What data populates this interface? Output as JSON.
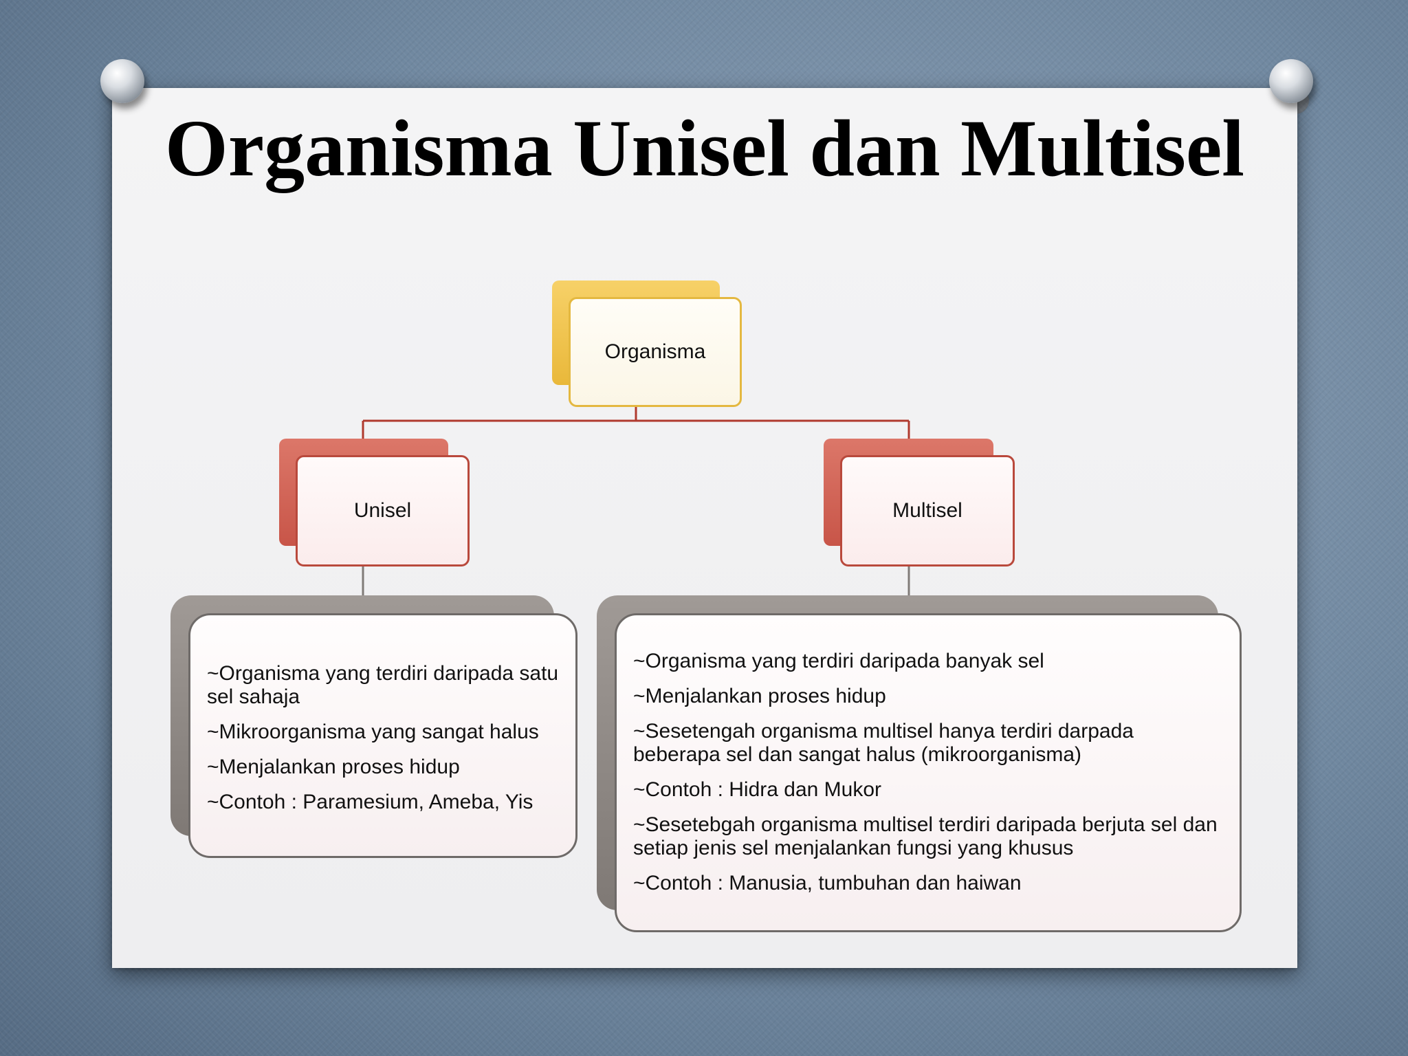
{
  "title": "Organisma Unisel dan Multisel",
  "diagram": {
    "root": {
      "label": "Organisma"
    },
    "children": [
      {
        "label": "Unisel",
        "items": [
          "~Organisma yang terdiri daripada satu sel sahaja",
          "~Mikroorganisma yang sangat halus",
          "~Menjalankan proses hidup",
          "~Contoh : Paramesium, Ameba, Yis"
        ]
      },
      {
        "label": "Multisel",
        "items": [
          "~Organisma yang terdiri daripada banyak sel",
          "~Menjalankan proses hidup",
          "~Sesetengah organisma multisel hanya terdiri darpada beberapa sel dan sangat halus (mikroorganisma)",
          "~Contoh : Hidra dan Mukor",
          "~Sesetebgah organisma multisel terdiri daripada berjuta sel dan setiap jenis sel menjalankan fungsi yang khusus",
          "~Contoh : Manusia, tumbuhan dan haiwan"
        ]
      }
    ]
  },
  "colors": {
    "root_accent": "#e9b83a",
    "child_accent": "#c85548",
    "connector": "#b03a2e",
    "info_accent": "#7f7975"
  }
}
